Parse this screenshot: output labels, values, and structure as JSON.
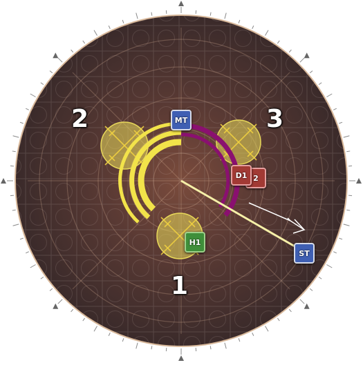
{
  "arena": {
    "floor_color": "#4a3532",
    "rim_color": "#d8b89a",
    "tick_color": "#888888"
  },
  "positions": [
    {
      "label": "1"
    },
    {
      "label": "2"
    },
    {
      "label": "3"
    }
  ],
  "markers": {
    "mt": {
      "label": "MT",
      "color": "#3f5fb3"
    },
    "st": {
      "label": "ST",
      "color": "#3f5fb3"
    },
    "h1": {
      "label": "H1",
      "color": "#3f8f3a"
    },
    "d1": {
      "label": "D1",
      "color": "#a23a34"
    },
    "d2": {
      "label": "2",
      "color": "#a23a34"
    }
  },
  "mechanics": {
    "aoe_fill_color": "#e8d85a",
    "yellow_arc_color": "#f2e34a",
    "purple_arc_color": "#8a1070",
    "tether_color": "#f6f0a8",
    "arrow_color": "#ffffff",
    "aoe_icon": "crossed-swords-icon",
    "arrow_icon": "arrow-right-icon"
  }
}
